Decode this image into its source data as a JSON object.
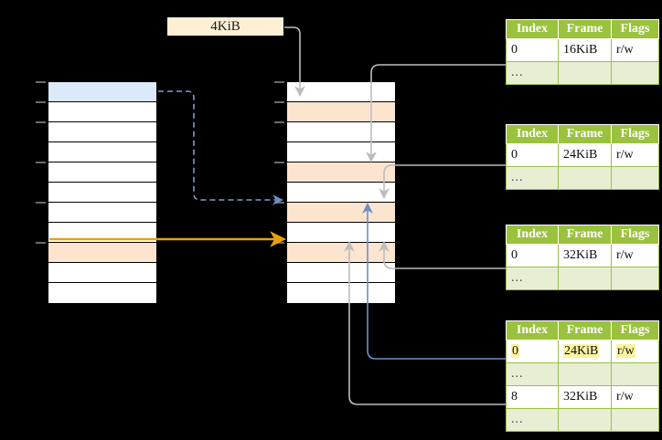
{
  "diagram": {
    "title_callout": {
      "label": "4KiB"
    },
    "colors": {
      "header_green": "#9ac23d",
      "ellipsis_green": "#e8eed4",
      "highlight_yellow": "#fbf3a0",
      "row_orange": "#fce4cf",
      "row_blue": "#dce9f9",
      "callout_cream": "#fdf0d5",
      "arrow_orange": "#e8a202",
      "arrow_blue": "#6b8fc4",
      "arrow_gray": "#bdbdbd",
      "background": "#000000"
    },
    "virtual_memory": {
      "name": "virtual-address-space",
      "row_count": 11,
      "rows": [
        {
          "fill": "blue",
          "tick": true
        },
        {
          "fill": "white",
          "tick": true
        },
        {
          "fill": "white",
          "tick": true
        },
        {
          "fill": "white",
          "tick": false
        },
        {
          "fill": "white",
          "tick": true
        },
        {
          "fill": "white",
          "tick": false
        },
        {
          "fill": "white",
          "tick": true
        },
        {
          "fill": "white",
          "tick": false
        },
        {
          "fill": "orange",
          "tick": true
        },
        {
          "fill": "white",
          "tick": false
        },
        {
          "fill": "white",
          "tick": false
        }
      ]
    },
    "physical_memory": {
      "name": "physical-memory",
      "row_count": 11,
      "rows": [
        {
          "fill": "white",
          "tick": true
        },
        {
          "fill": "orange",
          "tick": true
        },
        {
          "fill": "white",
          "tick": true
        },
        {
          "fill": "white",
          "tick": false
        },
        {
          "fill": "orange",
          "tick": true
        },
        {
          "fill": "white",
          "tick": false
        },
        {
          "fill": "orange",
          "tick": true
        },
        {
          "fill": "white",
          "tick": false
        },
        {
          "fill": "orange",
          "tick": true
        },
        {
          "fill": "white",
          "tick": false
        },
        {
          "fill": "white",
          "tick": false
        }
      ]
    },
    "page_tables": [
      {
        "name": "page-table-level-4",
        "columns": [
          "Index",
          "Frame",
          "Flags"
        ],
        "rows": [
          {
            "type": "data",
            "cells": [
              "0",
              "16KiB",
              "r/w"
            ],
            "highlight": [
              false,
              false,
              false
            ]
          },
          {
            "type": "ellipsis",
            "cells": [
              "...",
              "",
              ""
            ],
            "highlight": [
              false,
              false,
              false
            ]
          }
        ]
      },
      {
        "name": "page-table-level-3",
        "columns": [
          "Index",
          "Frame",
          "Flags"
        ],
        "rows": [
          {
            "type": "data",
            "cells": [
              "0",
              "24KiB",
              "r/w"
            ],
            "highlight": [
              false,
              false,
              false
            ]
          },
          {
            "type": "ellipsis",
            "cells": [
              "...",
              "",
              ""
            ],
            "highlight": [
              false,
              false,
              false
            ]
          }
        ]
      },
      {
        "name": "page-table-level-2",
        "columns": [
          "Index",
          "Frame",
          "Flags"
        ],
        "rows": [
          {
            "type": "data",
            "cells": [
              "0",
              "32KiB",
              "r/w"
            ],
            "highlight": [
              false,
              false,
              false
            ]
          },
          {
            "type": "ellipsis",
            "cells": [
              "...",
              "",
              ""
            ],
            "highlight": [
              false,
              false,
              false
            ]
          }
        ]
      },
      {
        "name": "page-table-level-1",
        "columns": [
          "Index",
          "Frame",
          "Flags"
        ],
        "rows": [
          {
            "type": "data",
            "cells": [
              "0",
              "24KiB",
              "r/w"
            ],
            "highlight": [
              true,
              true,
              true
            ]
          },
          {
            "type": "ellipsis",
            "cells": [
              "...",
              "",
              ""
            ],
            "highlight": [
              false,
              false,
              false
            ]
          },
          {
            "type": "data",
            "cells": [
              "8",
              "32KiB",
              "r/w"
            ],
            "highlight": [
              false,
              false,
              false
            ]
          },
          {
            "type": "ellipsis",
            "cells": [
              "...",
              "",
              ""
            ],
            "highlight": [
              false,
              false,
              false
            ]
          }
        ]
      }
    ]
  }
}
